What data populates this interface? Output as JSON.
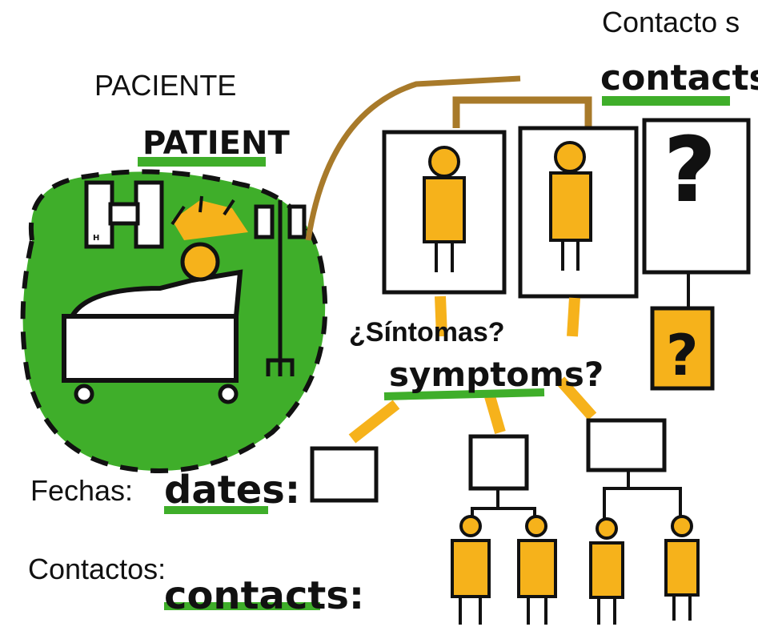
{
  "labels": {
    "patient_es": "PACIENTE",
    "contacts_es": "Contacto s",
    "symptoms_es": "¿Síntomas?",
    "dates_es": "Fechas:",
    "contacts_list_es": "Contactos:"
  },
  "handwritten": {
    "patient": "PATIENT",
    "contacts": "contacts",
    "symptoms": "symptoms?",
    "dates": "dates:",
    "contacts_list": "contacts:",
    "hospital_letter": "H",
    "unknown_mark": "?"
  },
  "colors": {
    "green": "#3fae2a",
    "yellow": "#f6b21b",
    "brown": "#a87a2a",
    "ink": "#111111"
  }
}
